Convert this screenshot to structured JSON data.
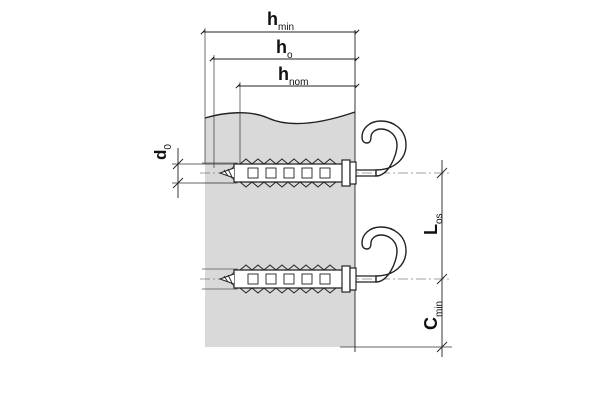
{
  "diagram": {
    "labels": {
      "h_min": {
        "main": "h",
        "sub": "min"
      },
      "h_0": {
        "main": "h",
        "sub": "o"
      },
      "h_nom": {
        "main": "h",
        "sub": "nom"
      },
      "d_0": {
        "main": "d",
        "sub": "0"
      },
      "l_os": {
        "main": "L",
        "sub": "os"
      },
      "c_min": {
        "main": "C",
        "sub": "min"
      }
    },
    "colors": {
      "wall": "#d9d9d9",
      "line": "#222222",
      "dowel_fill": "#ffffff"
    },
    "icons": [
      "hook-icon",
      "anchor-plug-icon",
      "screw-icon"
    ]
  }
}
